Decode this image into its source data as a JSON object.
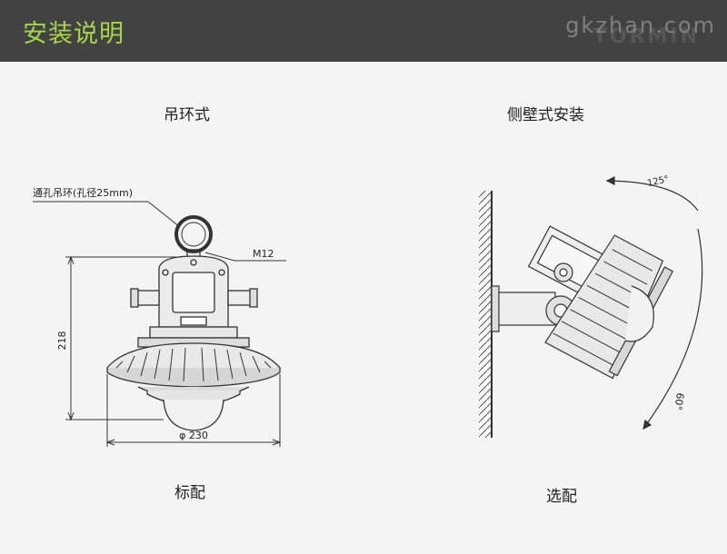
{
  "header": {
    "title": "安装说明",
    "watermark": "gkzhan.com",
    "watermark_brand": "TORMIN"
  },
  "left_diagram": {
    "heading": "吊环式",
    "callout_hole": "通孔吊环(孔径25mm)",
    "callout_thread": "M12",
    "dim_height": "218",
    "dim_width": "φ 230",
    "caption": "标配"
  },
  "right_diagram": {
    "heading": "侧壁式安装",
    "angle_top": "125°",
    "angle_side": "60°",
    "caption": "选配"
  },
  "colors": {
    "header_bg": "#424242",
    "title_green": "#a6d64b",
    "line": "#333333"
  }
}
